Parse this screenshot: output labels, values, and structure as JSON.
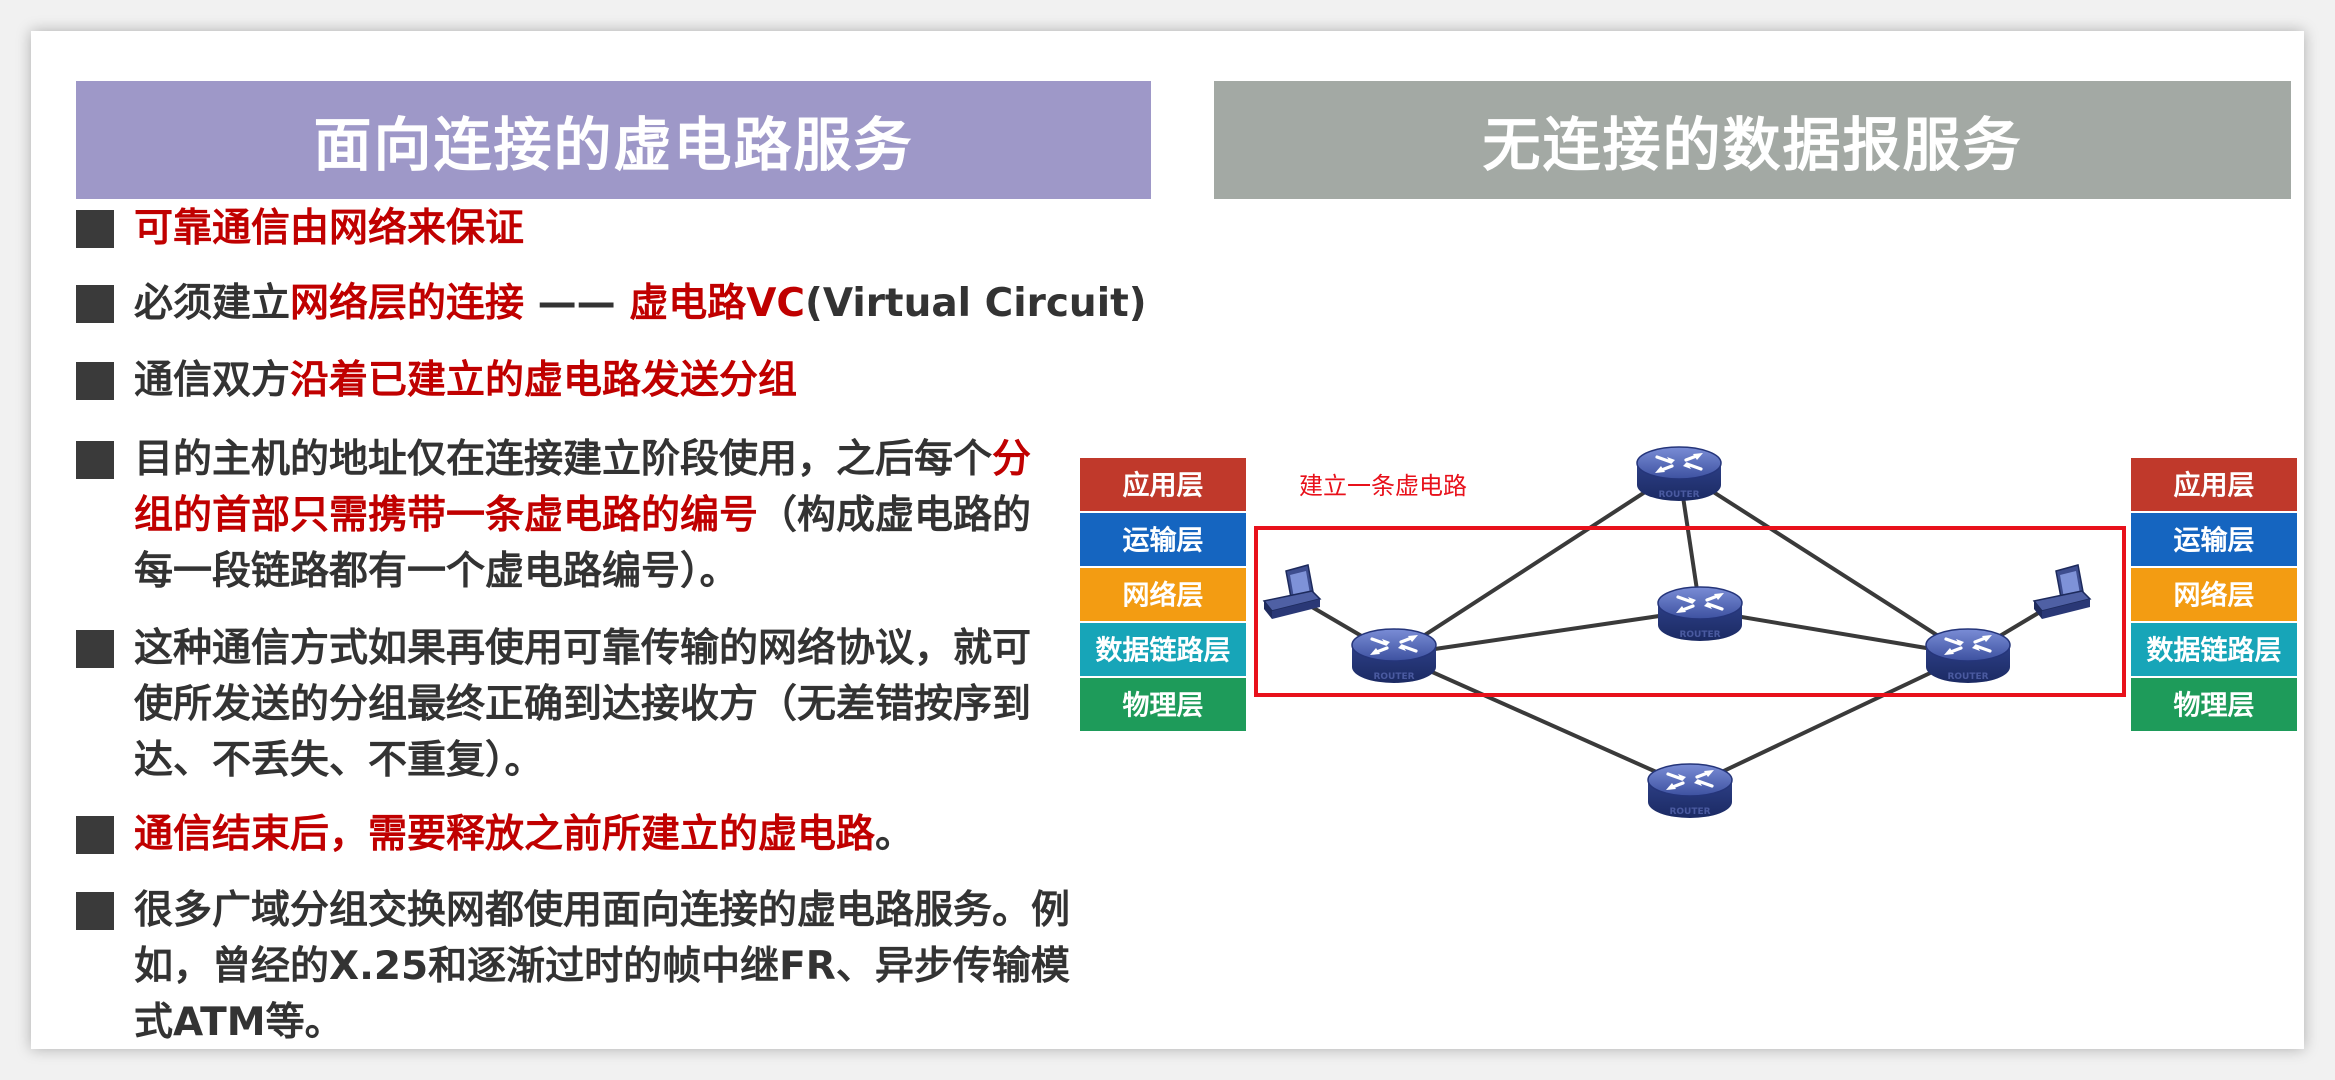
{
  "left_panel": {
    "title": "面向连接的虚电路服务",
    "bullets": [
      {
        "segments": [
          {
            "text": "可靠通信由网络来保证",
            "red": true
          }
        ]
      },
      {
        "segments": [
          {
            "text": "必须建立",
            "red": false
          },
          {
            "text": "网络层的连接",
            "red": true
          },
          {
            "text": " —— ",
            "red": false
          },
          {
            "text": "虚电路VC",
            "red": true
          },
          {
            "text": "(Virtual Circuit)",
            "red": false
          }
        ]
      },
      {
        "segments": [
          {
            "text": "通信双方",
            "red": false
          },
          {
            "text": "沿着已建立的虚电路发送分组",
            "red": true
          }
        ]
      },
      {
        "segments": [
          {
            "text": "目的主机的地址仅在连接建立阶段使用，之后每个",
            "red": false
          },
          {
            "text": "分组的首部只需携带一条虚电路的编号",
            "red": true
          },
          {
            "text": "（构成虚电路的每一段链路都有一个虚电路编号）。",
            "red": false
          }
        ]
      },
      {
        "segments": [
          {
            "text": "这种通信方式如果再使用可靠传输的网络协议，就可使所发送的分组最终正确到达接收方（无差错按序到达、不丢失、不重复）。",
            "red": false
          }
        ]
      },
      {
        "segments": [
          {
            "text": "通信结束后，需要释放之前所建立的虚电路",
            "red": true
          },
          {
            "text": "。",
            "red": false
          }
        ]
      },
      {
        "segments": [
          {
            "text": "很多广域分组交换网都使用面向连接的虚电路服务。例如，曾经的X.25和逐渐过时的帧中继FR、异步传输模式ATM等。",
            "red": false
          }
        ]
      }
    ]
  },
  "right_panel": {
    "title": "无连接的数据报服务",
    "vc_label": "建立一条虚电路",
    "router_label": "ROUTER",
    "layers": [
      {
        "name": "应用层",
        "color": "#c0392b"
      },
      {
        "name": "运输层",
        "color": "#1565c0"
      },
      {
        "name": "网络层",
        "color": "#f39c12"
      },
      {
        "name": "数据链路层",
        "color": "#17a5b8"
      },
      {
        "name": "物理层",
        "color": "#1e9b5a"
      }
    ]
  },
  "colors": {
    "left_banner": "#9e98c8",
    "right_banner": "#a3a9a4",
    "highlight_red": "#c00000",
    "vc_box": "#e8111b",
    "router_body": "#33468f"
  }
}
